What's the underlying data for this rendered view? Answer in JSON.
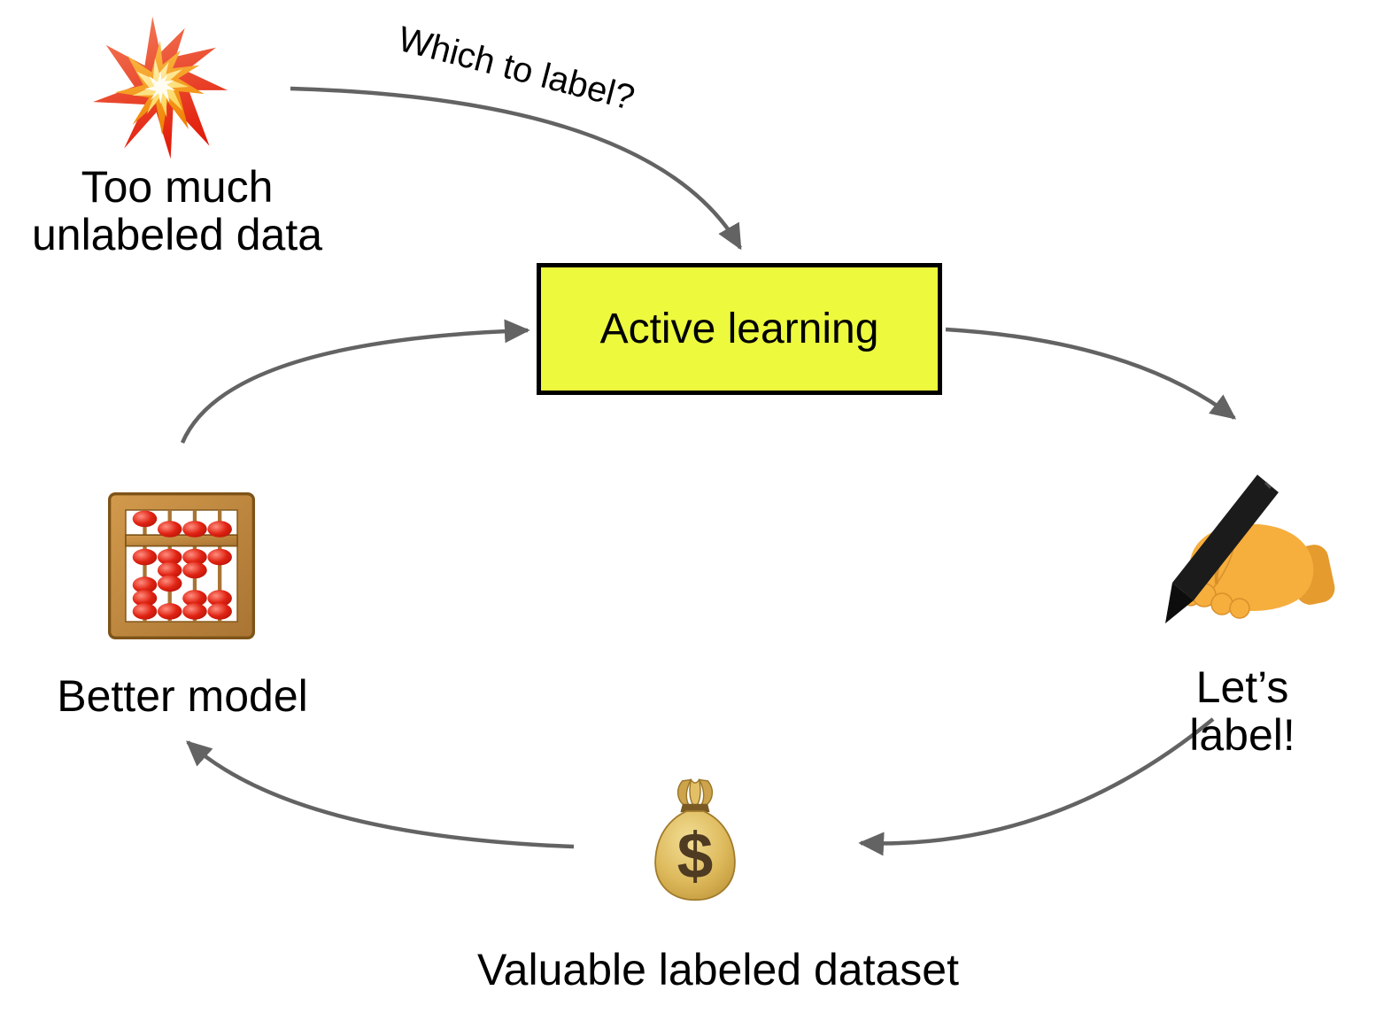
{
  "canvas": {
    "background": "#ffffff"
  },
  "colors": {
    "arrow": "#636363",
    "box_fill": "#ECF93D",
    "box_border": "#000000",
    "label_text": "#000000"
  },
  "center_box": {
    "label": "Active learning"
  },
  "edge_labels": {
    "which_to_label": "Which to label?"
  },
  "nodes": {
    "unlabeled_data": {
      "label": "Too much\nunlabeled data",
      "icon": "collision-icon"
    },
    "labeling": {
      "label": "Let’s label!",
      "icon": "writing-hand-icon"
    },
    "labeled_dataset": {
      "label": "Valuable labeled dataset",
      "icon": "money-bag-icon"
    },
    "better_model": {
      "label": "Better model",
      "icon": "abacus-icon"
    }
  },
  "icons": {
    "money_bag_symbol": "$"
  }
}
